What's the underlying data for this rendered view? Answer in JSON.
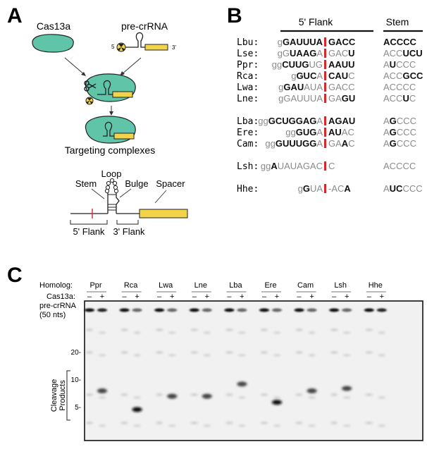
{
  "panel_labels": {
    "a": "A",
    "b": "B",
    "c": "C"
  },
  "panel_a": {
    "cas13a": "Cas13a",
    "pre_crrna": "pre-crRNA",
    "five_prime": "5",
    "three_prime": "3'",
    "targeting": "Targeting complexes",
    "stem": "Stem",
    "loop": "Loop",
    "bulge": "Bulge",
    "spacer": "Spacer",
    "flank5": "5' Flank",
    "flank3": "3' Flank"
  },
  "panel_b": {
    "header_flank": "5' Flank",
    "header_stem": "Stem",
    "rows": [
      {
        "name": "Lbu:",
        "flank_left": "gGAUUUA",
        "flank_right": "GACC",
        "stem": "ACCCC"
      },
      {
        "name": "Lse:",
        "flank_left": "gGUAAGA",
        "flank_right": "GACU",
        "stem": "ACCUCU"
      },
      {
        "name": "Ppr:",
        "flank_left": "ggCUUGUG",
        "flank_right": "AAUU",
        "stem": "AUCCC"
      },
      {
        "name": "Rca:",
        "flank_left": "gGUCA",
        "flank_right": "CAUC",
        "stem": "ACCGCC"
      },
      {
        "name": "Lwa:",
        "flank_left": "gGAUAUA",
        "flank_right": "GACC",
        "stem": "ACCCC"
      },
      {
        "name": "Lne:",
        "flank_left": "gGAUUUA",
        "flank_right": "GAGU",
        "stem": "ACCUC"
      },
      {
        "name": "Lba:",
        "flank_left": "ggGCUGGAGA",
        "flank_right": "AGAU",
        "stem": "AGCCC"
      },
      {
        "name": "Ere:",
        "flank_left": "ggGUGA",
        "flank_right": "AUAC",
        "stem": "AGCCC"
      },
      {
        "name": "Cam:",
        "flank_left": "ggGUUUGGA",
        "flank_right": "GAAC",
        "stem": "AGCCC"
      },
      {
        "name": "Lsh:",
        "flank_left": "ggAUAUAGAC",
        "flank_right": "C",
        "stem": "ACCCC"
      },
      {
        "name": "Hhe:",
        "flank_left": "gGUA",
        "flank_right": "-ACA",
        "stem": "AUCCCC"
      }
    ]
  },
  "panel_c": {
    "homolog_label": "Homolog:",
    "cas_label": "Cas13a:",
    "minus": "–",
    "plus": "+",
    "precrrna_line1": "pre-crRNA",
    "precrrna_line2": "(50 nts)",
    "tick_20": "20-",
    "tick_10": "10-",
    "tick_5": "5-",
    "products_line1": "Cleavage",
    "products_line2": "Products",
    "homologs": [
      "Ppr",
      "Rca",
      "Lwa",
      "Lne",
      "Lba",
      "Ere",
      "Cam",
      "Lsh",
      "Hhe"
    ],
    "product_sizes_nt": [
      8,
      5,
      7,
      7,
      9.5,
      6,
      8,
      8.5,
      null
    ]
  },
  "colors": {
    "teal": "#5fc4a8",
    "yellow": "#f2d44a",
    "red": "#d9262b",
    "gray": "#8a8a8a"
  }
}
